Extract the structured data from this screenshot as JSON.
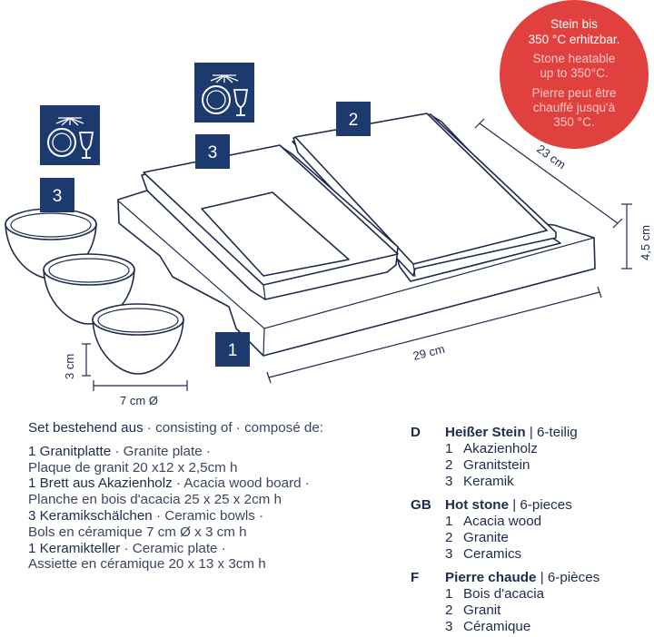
{
  "badges": {
    "board": "1",
    "stone": "2",
    "ceramics_left": "3",
    "ceramics_top": "3"
  },
  "dimensions": {
    "depth": "23 cm",
    "height": "4,5 cm",
    "width": "29 cm",
    "bowl_height": "3 cm",
    "bowl_diameter": "7 cm Ø"
  },
  "heat_note": {
    "de_line1": "Stein bis",
    "de_line2": "350 °C erhitzbar.",
    "en_line1": "Stone heatable",
    "en_line2": "up to 350°C.",
    "fr_line1": "Pierre peut être",
    "fr_line2": "chauffé jusqu'à",
    "fr_line3": "350 °C."
  },
  "colors": {
    "navy": "#1d3a6e",
    "red": "#e0413f",
    "text": "#1d2b4c"
  },
  "icons": [
    "dishwasher-safe-icon"
  ],
  "composition": {
    "heading_de": "Set bestehend aus",
    "heading_rest": " · consisting of · composé de:",
    "items": [
      {
        "bold": "1 Granitplatte",
        "rest": " · Granite plate ·",
        "line2": "Plaque de granit 20 x12 x 2,5cm h"
      },
      {
        "bold": "1 Brett aus Akazienholz",
        "rest": " · Acacia wood board ·",
        "line2": "Planche en bois d'acacia 25 x 25 x 2cm h"
      },
      {
        "bold": "3 Keramikschälchen",
        "rest": " · Ceramic bowls ·",
        "line2": "Bols en céramique 7 cm Ø x 3 cm h"
      },
      {
        "bold": "1 Keramikteller",
        "rest": " · Ceramic plate ·",
        "line2": "Assiette en céramique 20 x 13 x 3cm h"
      }
    ]
  },
  "languages": [
    {
      "code": "D",
      "title": "Heißer Stein",
      "pieces": " | 6-teilig",
      "items": [
        {
          "num": "1",
          "label": "Akazienholz"
        },
        {
          "num": "2",
          "label": "Granitstein"
        },
        {
          "num": "3",
          "label": "Keramik"
        }
      ]
    },
    {
      "code": "GB",
      "title": "Hot stone",
      "pieces": " | 6-pieces",
      "items": [
        {
          "num": "1",
          "label": "Acacia wood"
        },
        {
          "num": "2",
          "label": "Granite"
        },
        {
          "num": "3",
          "label": "Ceramics"
        }
      ]
    },
    {
      "code": "F",
      "title": "Pierre chaude",
      "pieces": " | 6-pièces",
      "items": [
        {
          "num": "1",
          "label": "Bois d'acacia"
        },
        {
          "num": "2",
          "label": "Granit"
        },
        {
          "num": "3",
          "label": "Céramique"
        }
      ]
    }
  ]
}
